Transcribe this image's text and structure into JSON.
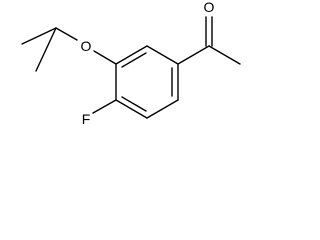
{
  "molecule": {
    "atoms": {
      "oxygen_ketone": "O",
      "oxygen_ether": "O",
      "fluorine": "F"
    },
    "colors": {
      "bond": "#000000",
      "label": "#000000",
      "background": "#ffffff"
    }
  }
}
